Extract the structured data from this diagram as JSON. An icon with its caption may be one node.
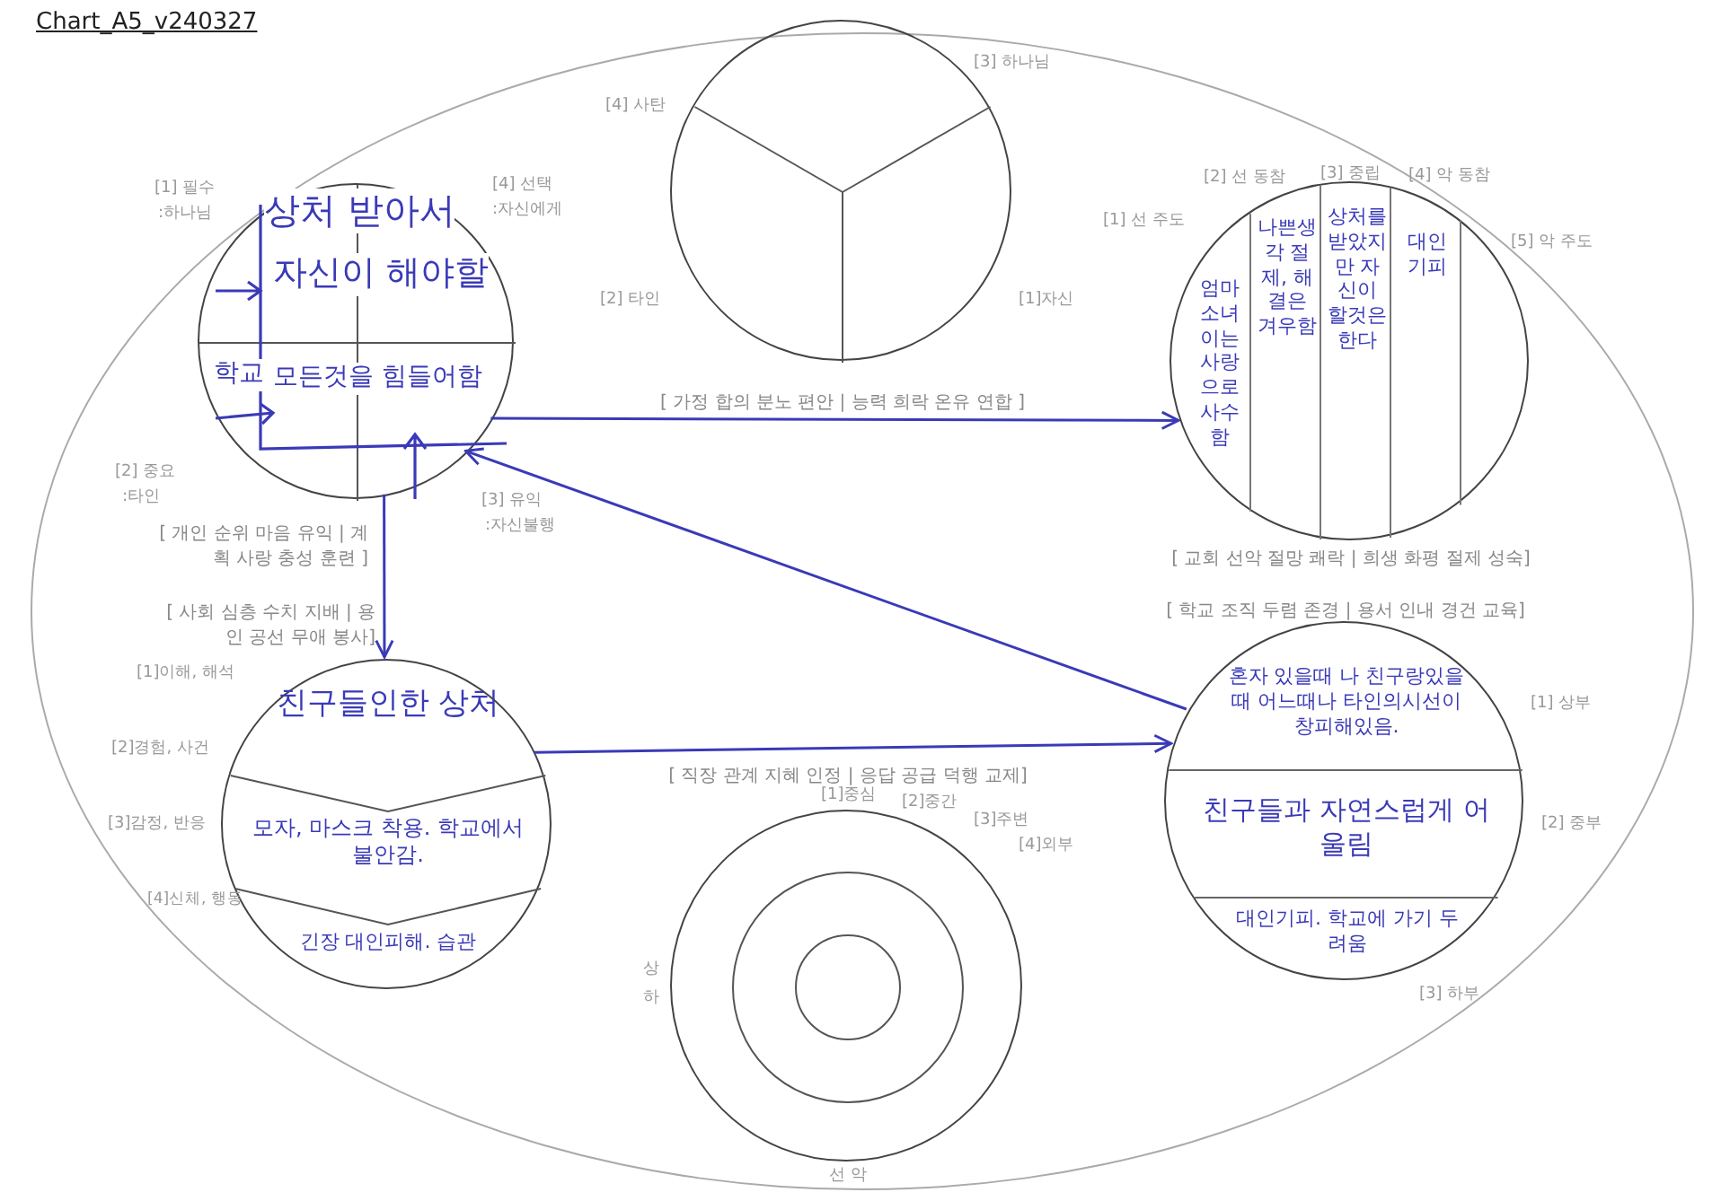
{
  "diagram": {
    "title": "Chart_A5_v240327",
    "nodes": [
      {
        "text": [],
        "shape": "ellipse"
      },
      {
        "text": [
          "상처 받아서",
          "자신이 해야할",
          "학교",
          "모든것을 힘들어함",
          "[1] 필수",
          ":하나님",
          "[4] 선택",
          ":자신에게",
          "[2] 중요",
          ":타인",
          "[3] 유익",
          ":자신불행",
          "[ 개인 순위 마음 유익 | 계획 사랑 충성 훈련 ]"
        ],
        "in": 0
      },
      {
        "text": [
          "[3] 하나님",
          "[4] 사탄",
          "[2] 타인",
          "[1]자신",
          "[ 가정 합의 분노 편안 | 능력 희락 온유 연합 ]"
        ],
        "in": 0
      },
      {
        "text": [
          "[1] 선 주도",
          "[2] 선 동참",
          "[3] 중립",
          "[4] 악 동참",
          "[5] 악 주도",
          "엄마 소녀이는 사랑으로 사수함",
          "나쁜생각 절제, 해결은 겨우함",
          "상처를 받았지만 자신이 할것은 한다",
          "대인 기피",
          "[ 교회 선악 절망 쾌락 | 희생 화평 절제 성숙]"
        ],
        "in": 0
      },
      {
        "text": [
          "[ 사회 심층 수치 지배 | 용인 공선 무애 봉사]",
          "[1]이해, 해석",
          "[2]경험, 사건",
          "[3]감정, 반응",
          "[4]신체, 행동",
          "친구들인한 상처",
          "모자, 마스크 착용. 학교에서 불안감.",
          "긴장 대인피해. 습관"
        ],
        "in": 0
      },
      {
        "text": [
          "[ 직장 관계 지혜 인정 | 응답 공급 덕행 교제]",
          "[1]중심",
          "[2]중간",
          "[3]주변",
          "[4]외부",
          "상 하",
          "선 악"
        ],
        "in": 0
      },
      {
        "text": [
          "[ 학교 조직 두렴 존경 | 용서 인내 경건 교육]",
          "[1] 상부",
          "혼자 있을때 나 친구랑있을때 어느때나 타인의시선이 창피해있음.",
          "친구들과 자연스럽게 어울림",
          "[2] 중부",
          "대인기피. 학교에 가기 두려움",
          "[3] 하부"
        ],
        "in": 0
      }
    ],
    "edges": [
      {
        "from": 1,
        "to": 4,
        "arrow": "to"
      },
      {
        "from": 1,
        "to": 3,
        "arrow": "to"
      },
      {
        "from": 6,
        "to": 1,
        "arrow": "to"
      },
      {
        "from": 4,
        "to": 6,
        "arrow": "to"
      }
    ]
  }
}
